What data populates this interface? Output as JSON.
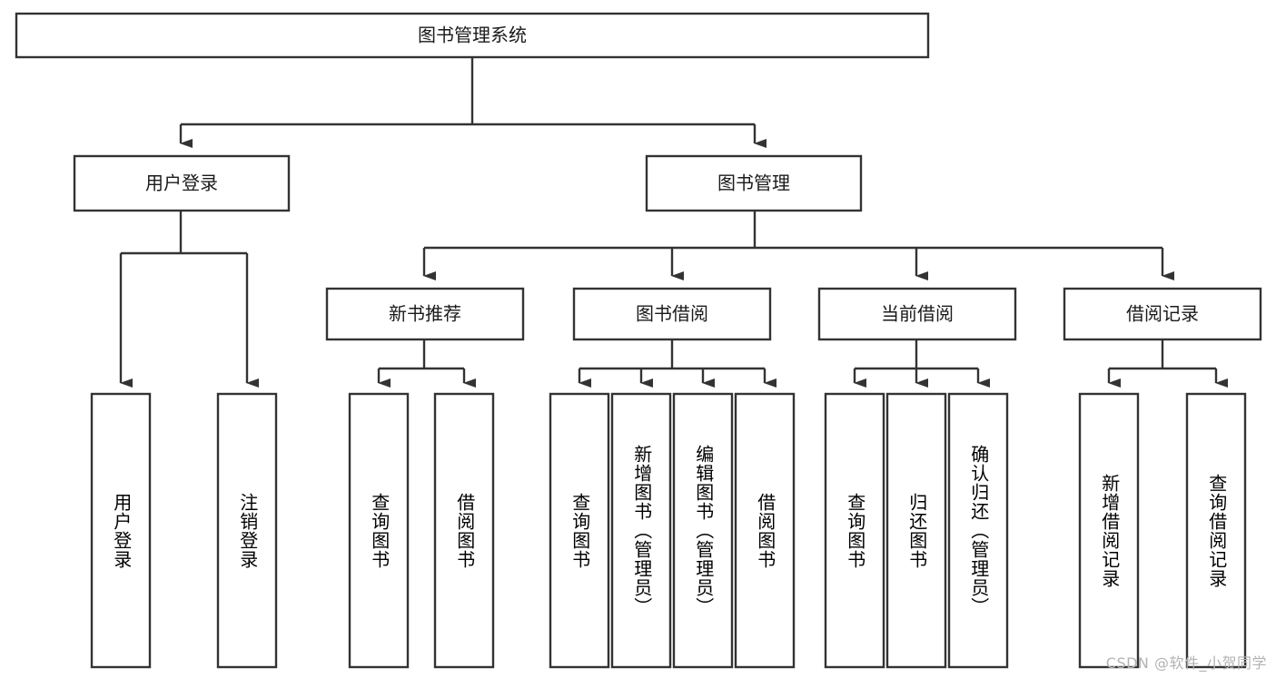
{
  "diagram": {
    "title": "图书管理系统",
    "type": "tree-hierarchy-diagram",
    "colors": {
      "box_stroke": "#333333",
      "box_fill": "#ffffff",
      "text": "#1a1a1a",
      "background": "#ffffff",
      "watermark": "#b3b3b3"
    },
    "root": {
      "label": "图书管理系统"
    },
    "level2": [
      {
        "label": "用户登录"
      },
      {
        "label": "图书管理"
      }
    ],
    "level3": [
      {
        "label": "新书推荐"
      },
      {
        "label": "图书借阅"
      },
      {
        "label": "当前借阅"
      },
      {
        "label": "借阅记录"
      }
    ],
    "leaves": {
      "user_login": [
        {
          "label": "用户登录"
        },
        {
          "label": "注销登录"
        }
      ],
      "new_book_recommend": [
        {
          "label": "查询图书"
        },
        {
          "label": "借阅图书"
        }
      ],
      "book_borrow": [
        {
          "label": "查询图书"
        },
        {
          "label": "新增图书（管理员）"
        },
        {
          "label": "编辑图书（管理员）"
        },
        {
          "label": "借阅图书"
        }
      ],
      "current_borrow": [
        {
          "label": "查询图书"
        },
        {
          "label": "归还图书"
        },
        {
          "label": "确认归还（管理员）"
        }
      ],
      "borrow_records": [
        {
          "label": "新增借阅记录"
        },
        {
          "label": "查询借阅记录"
        }
      ]
    }
  },
  "watermark": {
    "text": "CSDN @软件_小贺同学"
  }
}
